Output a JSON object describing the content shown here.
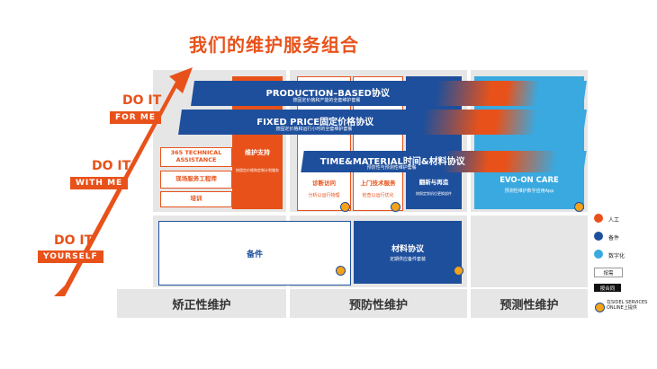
{
  "title": "我们的维护服务组合",
  "levels": [
    {
      "main": "DO IT",
      "sub": "FOR ME"
    },
    {
      "main": "DO IT",
      "sub": "WITH ME"
    },
    {
      "main": "DO IT",
      "sub": "YOURSELF"
    }
  ],
  "columns": [
    "矫正性维护",
    "预防性维护",
    "预测性维护"
  ],
  "contracts": [
    {
      "title": "PRODUCTION–BASED协议",
      "sub": "按固定价格和产能的全套维护套餐"
    },
    {
      "title": "FIXED PRICE固定价格协议",
      "sub": "按固定价格和运行小时的全套维护套餐"
    },
    {
      "title": "TIME&MATERIAL时间&材料协议",
      "sub": "预防性与预测性维护套餐"
    }
  ],
  "corrective": {
    "items": [
      "365 TECHNICAL ASSISTANCE",
      "现场服务工程师",
      "培训"
    ],
    "support_title": "维护支持",
    "support_sub": "按固定价格和定制计划服务",
    "spare_parts": "备件"
  },
  "preventive": {
    "diagnosis": "诊断访问",
    "diagnosis_sub": "分析以运行物理",
    "tech_service": "上门技术服务",
    "tech_service_sub": "检查以运行优化",
    "refurb": "翻新与再造",
    "refurb_sub": "按照定划机位更换部件",
    "material_title": "材料协议",
    "material_sub": "定期供应备件套装"
  },
  "predictive": {
    "title": "EVO-ON CARE",
    "sub": "预测性维护数字应用App"
  },
  "legend": {
    "human": "人工",
    "parts": "备件",
    "digital": "数字化",
    "on_demand": "按需",
    "contract": "按合同",
    "online": "在SIDEL SERVICES ONLINE上提供"
  },
  "colors": {
    "orange": "#e8521a",
    "blue": "#1e4f9c",
    "light_blue": "#39a9e0",
    "grey": "#e6e6e6"
  }
}
